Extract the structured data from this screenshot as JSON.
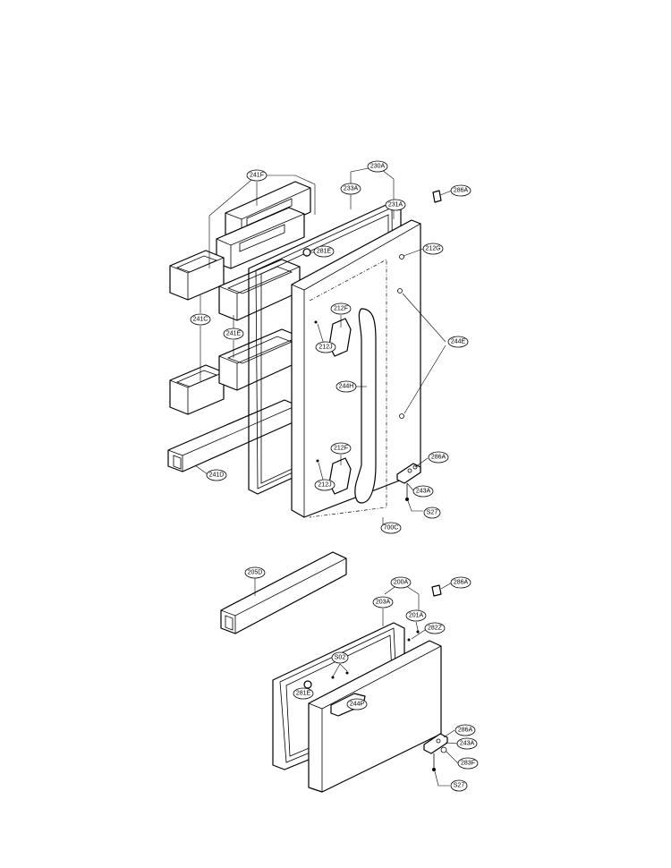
{
  "callouts": [
    {
      "id": "c230A",
      "text": "230A"
    },
    {
      "id": "c241F",
      "text": "241F"
    },
    {
      "id": "c233A",
      "text": "233A"
    },
    {
      "id": "c286A_1",
      "text": "286A"
    },
    {
      "id": "c231A",
      "text": "231A"
    },
    {
      "id": "c281E_1",
      "text": "281E"
    },
    {
      "id": "c212G",
      "text": "212G"
    },
    {
      "id": "c212F_1",
      "text": "212F"
    },
    {
      "id": "c212J_1",
      "text": "212J"
    },
    {
      "id": "c241C",
      "text": "241C"
    },
    {
      "id": "c241E",
      "text": "241E"
    },
    {
      "id": "c244E",
      "text": "244E"
    },
    {
      "id": "c244H",
      "text": "244H"
    },
    {
      "id": "c212F_2",
      "text": "212F"
    },
    {
      "id": "c286A_2",
      "text": "286A"
    },
    {
      "id": "c241D",
      "text": "241D"
    },
    {
      "id": "c212J_2",
      "text": "212J"
    },
    {
      "id": "c243A_1",
      "text": "243A"
    },
    {
      "id": "cS27_1",
      "text": "S27"
    },
    {
      "id": "c700C",
      "text": "700C"
    },
    {
      "id": "c205D",
      "text": "205D"
    },
    {
      "id": "c200A",
      "text": "200A"
    },
    {
      "id": "c286A_3",
      "text": "286A"
    },
    {
      "id": "c203A",
      "text": "203A"
    },
    {
      "id": "c201A",
      "text": "201A"
    },
    {
      "id": "c282Z",
      "text": "282Z"
    },
    {
      "id": "cS02",
      "text": "S02"
    },
    {
      "id": "c281E_2",
      "text": "281E"
    },
    {
      "id": "c244P",
      "text": "244P"
    },
    {
      "id": "c286A_4",
      "text": "286A"
    },
    {
      "id": "c243A_2",
      "text": "243A"
    },
    {
      "id": "c283F",
      "text": "283F"
    },
    {
      "id": "cS27_2",
      "text": "S27"
    }
  ]
}
